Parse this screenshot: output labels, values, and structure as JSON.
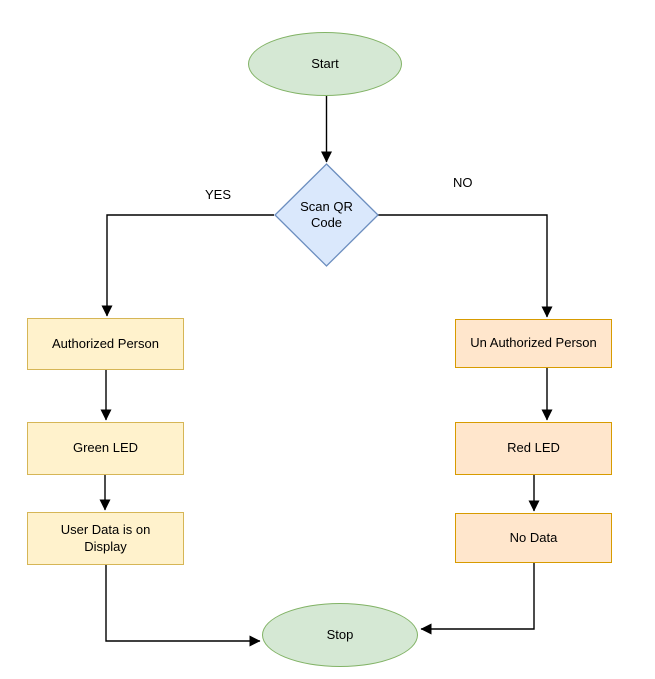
{
  "diagram": {
    "type": "flowchart",
    "background_color": "#ffffff",
    "edge_color": "#000000",
    "nodes": {
      "start": {
        "label": "Start",
        "shape": "ellipse",
        "fill": "#d5e8d4",
        "stroke": "#82b366"
      },
      "scan_qr": {
        "label": "Scan QR Code",
        "shape": "diamond",
        "fill": "#dae8fc",
        "stroke": "#6c8ebf"
      },
      "authorized_person": {
        "label": "Authorized Person",
        "shape": "rectangle",
        "fill": "#fff2cc",
        "stroke": "#d6b656"
      },
      "green_led": {
        "label": "Green LED",
        "shape": "rectangle",
        "fill": "#fff2cc",
        "stroke": "#d6b656"
      },
      "user_data": {
        "label": "User Data is on Display",
        "shape": "rectangle",
        "fill": "#fff2cc",
        "stroke": "#d6b656"
      },
      "unauthorized_person": {
        "label": "Un Authorized Person",
        "shape": "rectangle",
        "fill": "#ffe6cc",
        "stroke": "#d79b00"
      },
      "red_led": {
        "label": "Red LED",
        "shape": "rectangle",
        "fill": "#ffe6cc",
        "stroke": "#d79b00"
      },
      "no_data": {
        "label": "No Data",
        "shape": "rectangle",
        "fill": "#ffe6cc",
        "stroke": "#d79b00"
      },
      "stop": {
        "label": "Stop",
        "shape": "ellipse",
        "fill": "#d5e8d4",
        "stroke": "#82b366"
      }
    },
    "edge_labels": {
      "yes": "YES",
      "no": "NO"
    },
    "edges": [
      {
        "from": "Start",
        "to": "Scan QR Code",
        "label": ""
      },
      {
        "from": "Scan QR Code",
        "to": "Authorized Person",
        "label": "YES"
      },
      {
        "from": "Scan QR Code",
        "to": "Un Authorized Person",
        "label": "NO"
      },
      {
        "from": "Authorized Person",
        "to": "Green LED",
        "label": ""
      },
      {
        "from": "Green LED",
        "to": "User Data is on Display",
        "label": ""
      },
      {
        "from": "User Data is on Display",
        "to": "Stop",
        "label": ""
      },
      {
        "from": "Un Authorized Person",
        "to": "Red LED",
        "label": ""
      },
      {
        "from": "Red LED",
        "to": "No Data",
        "label": ""
      },
      {
        "from": "No Data",
        "to": "Stop",
        "label": ""
      }
    ]
  }
}
